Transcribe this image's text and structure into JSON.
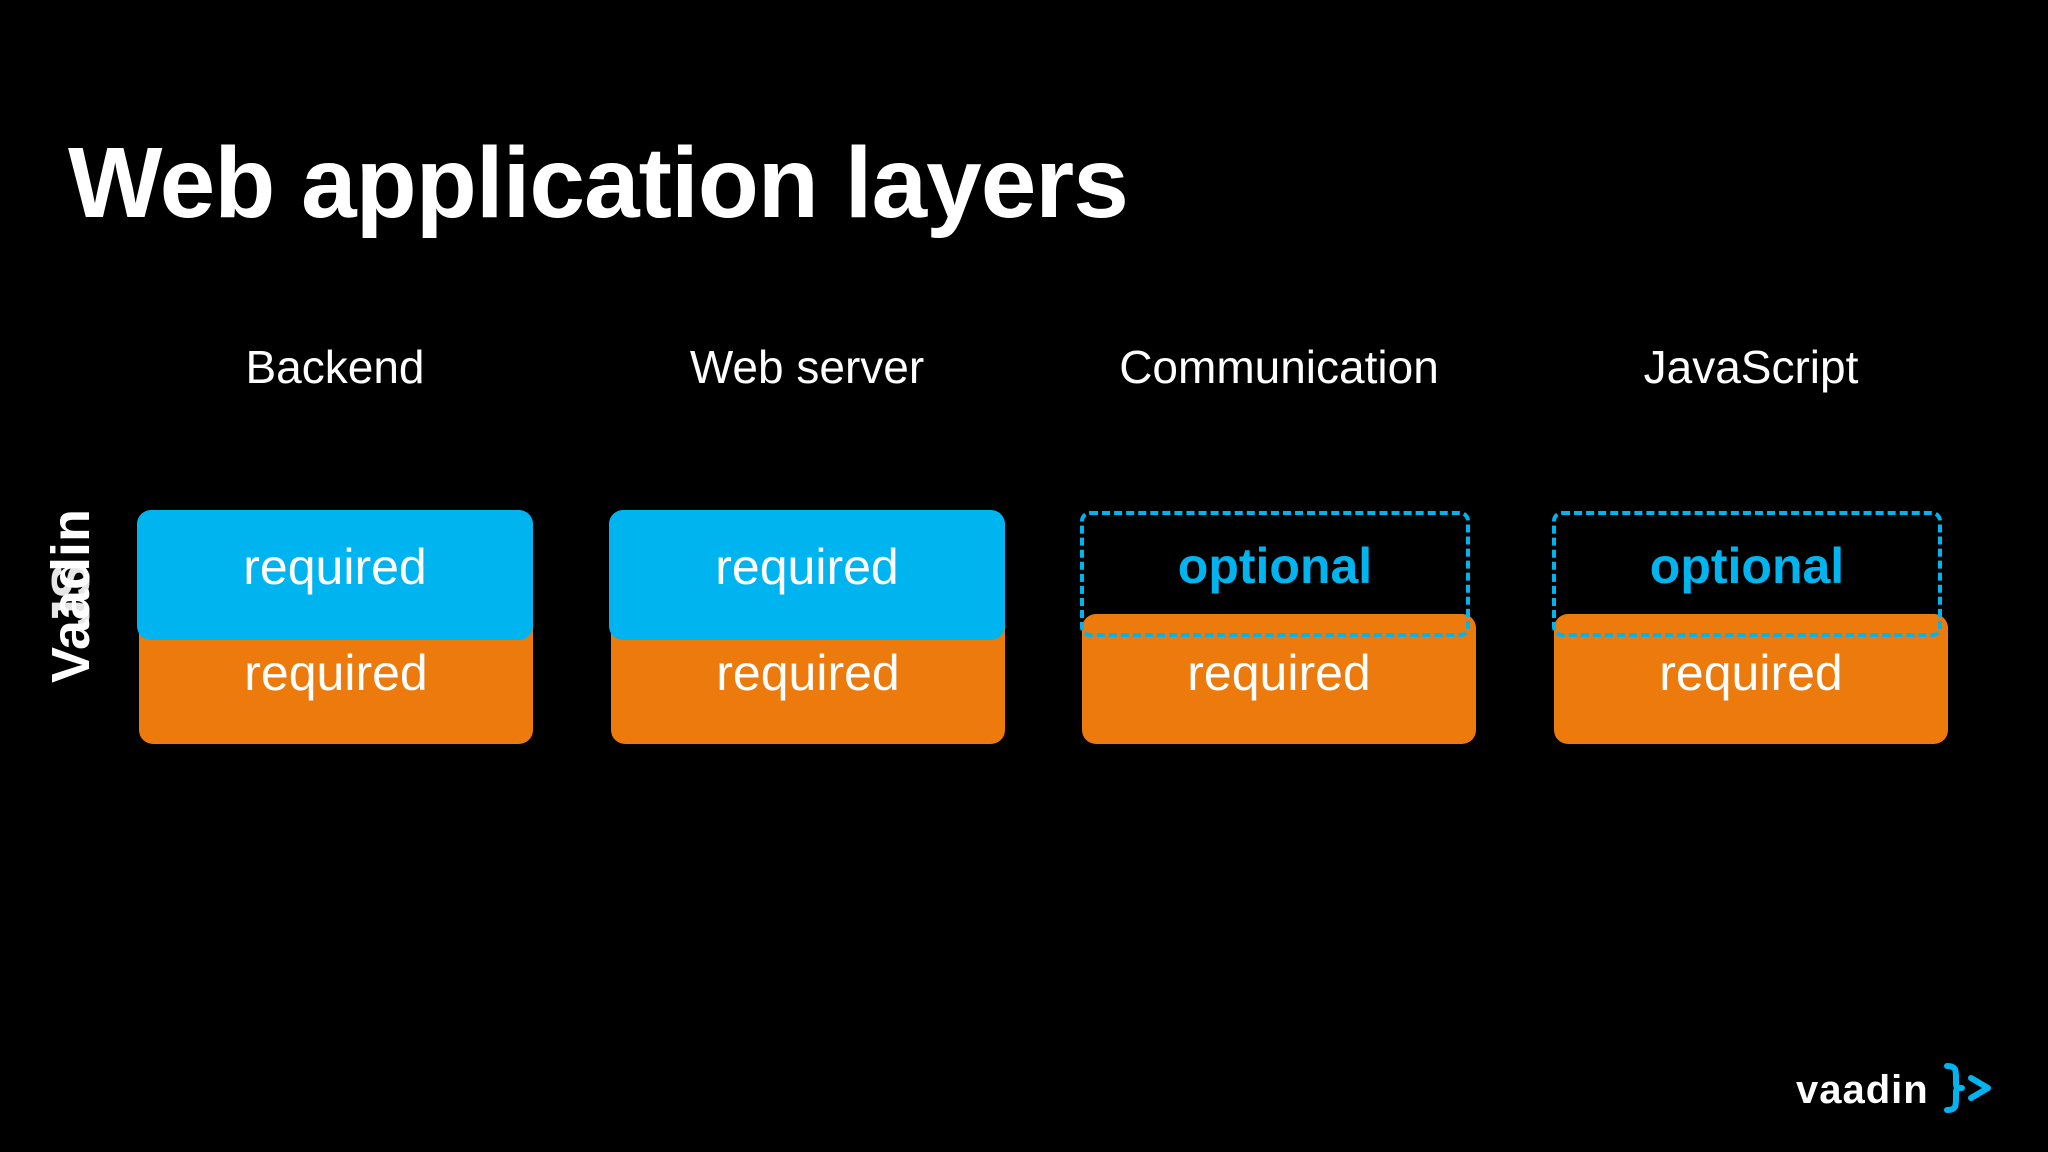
{
  "slide": {
    "title": "Web application layers"
  },
  "side_label": {
    "words": [
      "Vaadin",
      "JS"
    ]
  },
  "columns": [
    {
      "header": "Backend",
      "top_label": "required",
      "top_style": "solid",
      "bottom_label": "required"
    },
    {
      "header": "Web server",
      "top_label": "required",
      "top_style": "solid",
      "bottom_label": "required"
    },
    {
      "header": "Communication",
      "top_label": "optional",
      "top_style": "dashed",
      "bottom_label": "required"
    },
    {
      "header": "JavaScript",
      "top_label": "optional",
      "top_style": "dashed",
      "bottom_label": "required"
    }
  ],
  "logo": {
    "text": "vaadin",
    "icon": "vaadin-brackets-icon"
  },
  "colors": {
    "background": "#000000",
    "vaadin_blue": "#00b4f0",
    "js_orange": "#ec7a0d",
    "text": "#ffffff"
  }
}
